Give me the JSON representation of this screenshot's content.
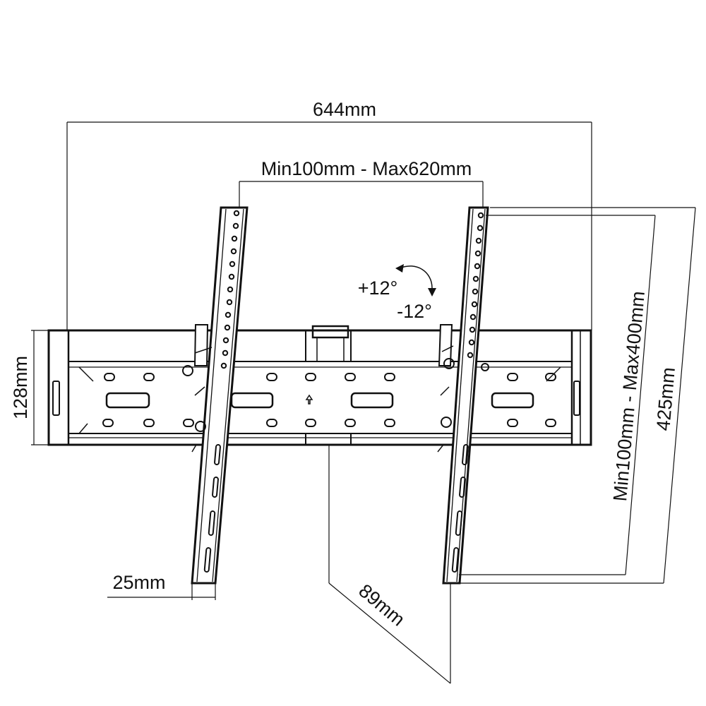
{
  "dimensions": {
    "overall_width": "644mm",
    "vesa_horizontal": "Min100mm - Max620mm",
    "vesa_vertical": "Min100mm - Max400mm",
    "arm_height": "425mm",
    "plate_height": "128mm",
    "arm_width": "25mm",
    "depth": "89mm"
  },
  "tilt": {
    "up": "+12°",
    "down": "-12°"
  },
  "colors": {
    "line": "#111111",
    "background": "#ffffff"
  }
}
